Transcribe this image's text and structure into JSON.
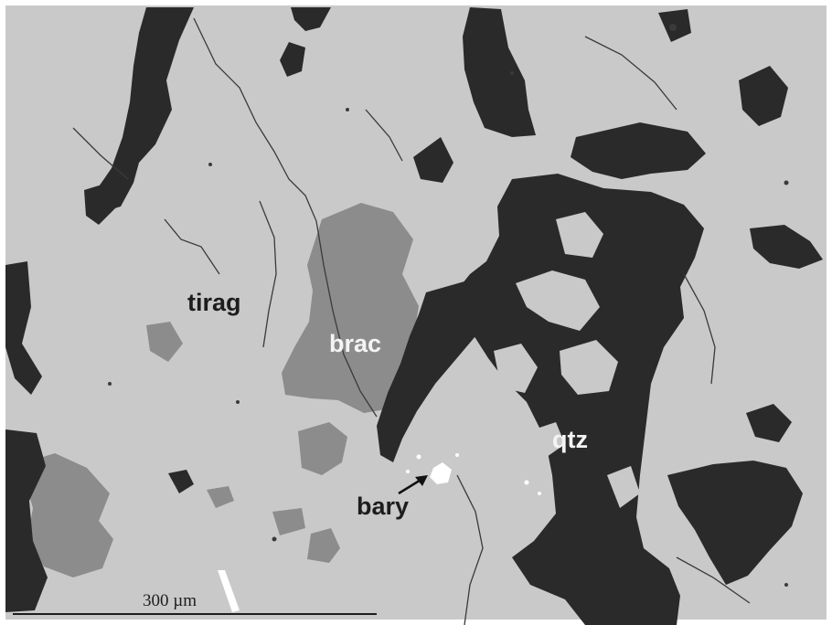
{
  "labels": {
    "tirag": "tirag",
    "brac": "brac",
    "qtz": "qtz",
    "bary": "bary"
  },
  "scale_bar": {
    "label": "300 µm"
  },
  "colors": {
    "matrix": "#c9c9c9",
    "quartz": "#2a2a2a",
    "braccianoite": "#8c8c8c",
    "baryte": "#ffffff",
    "crack": "#3a3a3a"
  }
}
